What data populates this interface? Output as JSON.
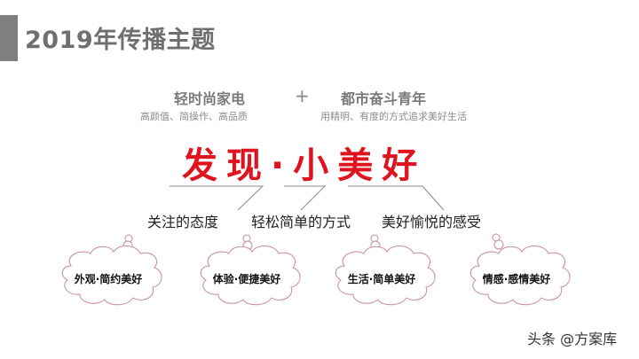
{
  "slide": {
    "title": "2019年传播主题",
    "accent_color": "#e0141e",
    "left_concept": {
      "heading": "轻时尚家电",
      "subtitle": "高颜值、简操作、高品质"
    },
    "operator": "+",
    "right_concept": {
      "heading": "都市奋斗青年",
      "subtitle": "用精明、有度的方式追求美好生活"
    },
    "slogan": "发现·小美好",
    "aspects": [
      {
        "label": "关注的态度"
      },
      {
        "label": "轻松简单的方式"
      },
      {
        "label": "美好愉悦的感受"
      }
    ],
    "clouds": [
      {
        "label": "外观·简约美好"
      },
      {
        "label": "体验·便捷美好"
      },
      {
        "label": "生活·简单美好"
      },
      {
        "label": "情感·感情美好"
      }
    ]
  },
  "watermark": "头条 @方案库"
}
